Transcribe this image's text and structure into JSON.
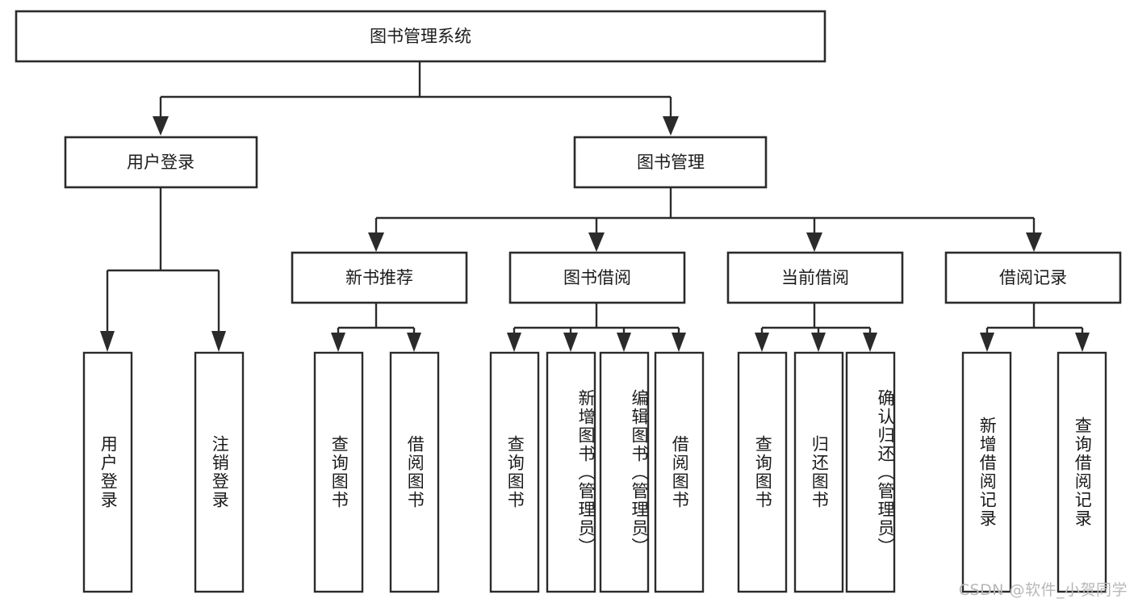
{
  "diagram": {
    "type": "tree-flowchart",
    "title": "图书管理系统",
    "watermark": "CSDN @软件_小贺同学",
    "colors": {
      "background": "#ffffff",
      "box_fill": "#ffffff",
      "box_stroke": "#2b2b2b",
      "text": "#1b1b1b",
      "watermark": "#b8b8b8"
    },
    "root": {
      "label": "图书管理系统"
    },
    "level2": [
      {
        "id": "user-login",
        "label": "用户登录"
      },
      {
        "id": "book-management",
        "label": "图书管理"
      }
    ],
    "level3": [
      {
        "id": "new-book-recommend",
        "label": "新书推荐"
      },
      {
        "id": "book-borrow",
        "label": "图书借阅"
      },
      {
        "id": "current-borrow",
        "label": "当前借阅"
      },
      {
        "id": "borrow-record",
        "label": "借阅记录"
      }
    ],
    "leaves": {
      "user-login": [
        {
          "id": "leaf-user-login",
          "label": "用户登录"
        },
        {
          "id": "leaf-logout-login",
          "label": "注销登录"
        }
      ],
      "new-book-recommend": [
        {
          "id": "leaf-query-book-1",
          "label": "查询图书"
        },
        {
          "id": "leaf-borrow-book-1",
          "label": "借阅图书"
        }
      ],
      "book-borrow": [
        {
          "id": "leaf-query-book-2",
          "label": "查询图书"
        },
        {
          "id": "leaf-add-book",
          "label": "新增图书（管理员）"
        },
        {
          "id": "leaf-edit-book",
          "label": "编辑图书（管理员）"
        },
        {
          "id": "leaf-borrow-book-2",
          "label": "借阅图书"
        }
      ],
      "current-borrow": [
        {
          "id": "leaf-query-book-3",
          "label": "查询图书"
        },
        {
          "id": "leaf-return-book",
          "label": "归还图书"
        },
        {
          "id": "leaf-confirm-return",
          "label": "确认归还（管理员）"
        }
      ],
      "borrow-record": [
        {
          "id": "leaf-add-record",
          "label": "新增借阅记录"
        },
        {
          "id": "leaf-query-record",
          "label": "查询借阅记录"
        }
      ]
    }
  }
}
